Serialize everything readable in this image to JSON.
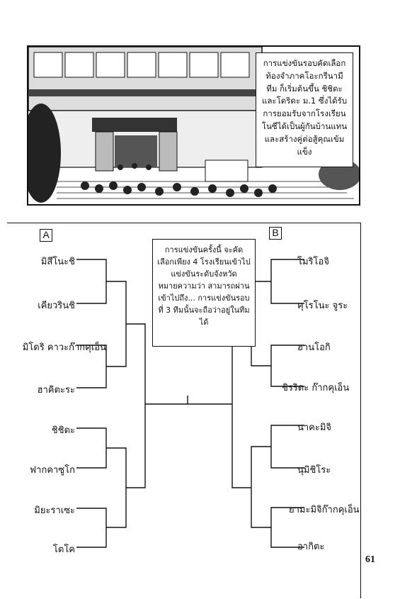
{
  "top_caption": "การแข่งขันรอบคัดเลือกท้องจำภาคโอะกรีนามีทีม ก็เริ่มต้นขึ้น ชิชิดะ และโดริดะ ม.1 ซึ่งได้รับการยอมรับจากโรงเรียนโนซีได้เป็นผู้กันบ้านแทน และสร้างคู่ต่อสู้คุณเข้มแข็ง",
  "middle_caption": "การแข่งขันครั้งนี้ จะคัดเลือกเพียง 4 โรงเรียนเข้าไปแข่งขันระดับจังหวัด หมายความว่า สามารถผ่านเข้าไปถึง... การแข่งขันรอบที่ 3 ทีมนั้นจะถือว่าอยู่ในทีมได้",
  "group_a_label": "A",
  "group_b_label": "B",
  "group_a_teams": [
    "มิสึโนะชิ",
    "เคียวรินชิ",
    "มิโดริ คาวะก๊ากคุเอ็น",
    "ฮาคิตะระ",
    "ชิชิดะ",
    "ฟากคาซูโก",
    "มิยะราเซะ",
    "โตโค"
  ],
  "group_b_teams": [
    "โมริโอจิ",
    "คุโรโนะ จูระ",
    "ฮานโอกิ",
    "ชิรริดะ ก๊ากคุเอ็น",
    "นาคะมิจิ",
    "นุมิชิโระ",
    "ยามะมิจิก๊ากคุเอ็น",
    "อากิตะ"
  ],
  "page_number": "61"
}
